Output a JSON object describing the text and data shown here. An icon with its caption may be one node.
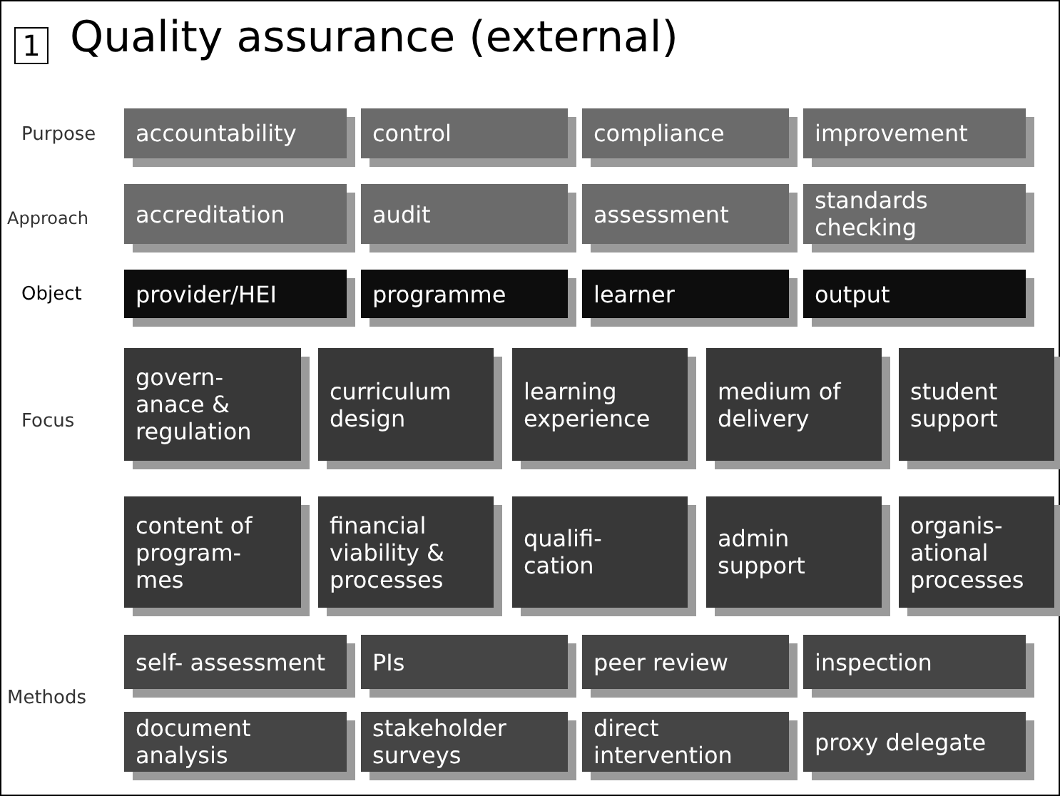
{
  "diagram": {
    "title": "Quality assurance (external)",
    "nodes": [
      {
        "text": [
          "accountability"
        ]
      },
      {
        "text": [
          "control"
        ]
      },
      {
        "text": [
          "compliance"
        ]
      },
      {
        "text": [
          "improvement"
        ]
      },
      {
        "text": [
          "accreditation"
        ]
      },
      {
        "text": [
          "audit"
        ]
      },
      {
        "text": [
          "assessment"
        ]
      },
      {
        "text": [
          "standards checking"
        ]
      },
      {
        "text": [
          "provider/HEI"
        ]
      },
      {
        "text": [
          "programme"
        ]
      },
      {
        "text": [
          "learner"
        ]
      },
      {
        "text": [
          "output"
        ]
      },
      {
        "text": [
          "govern- anace & regulation"
        ]
      },
      {
        "text": [
          "curriculum design"
        ]
      },
      {
        "text": [
          "learning experience"
        ]
      },
      {
        "text": [
          "medium of delivery"
        ]
      },
      {
        "text": [
          "student support"
        ]
      },
      {
        "text": [
          "content of program- mes"
        ]
      },
      {
        "text": [
          "financial viability & processes"
        ]
      },
      {
        "text": [
          "qualifi- cation"
        ]
      },
      {
        "text": [
          "admin support"
        ]
      },
      {
        "text": [
          "organis- ational processes"
        ]
      },
      {
        "text": [
          "self- assessment"
        ]
      },
      {
        "text": [
          "PIs"
        ]
      },
      {
        "text": [
          "peer review"
        ]
      },
      {
        "text": [
          "inspection"
        ]
      },
      {
        "text": [
          "document analysis"
        ]
      },
      {
        "text": [
          "stakeholder surveys"
        ]
      },
      {
        "text": [
          "direct intervention"
        ]
      },
      {
        "text": [
          "proxy delegate"
        ]
      }
    ],
    "labels": [
      "1",
      "Purpose",
      "Approach",
      "Object",
      "Focus",
      "Methods"
    ]
  }
}
